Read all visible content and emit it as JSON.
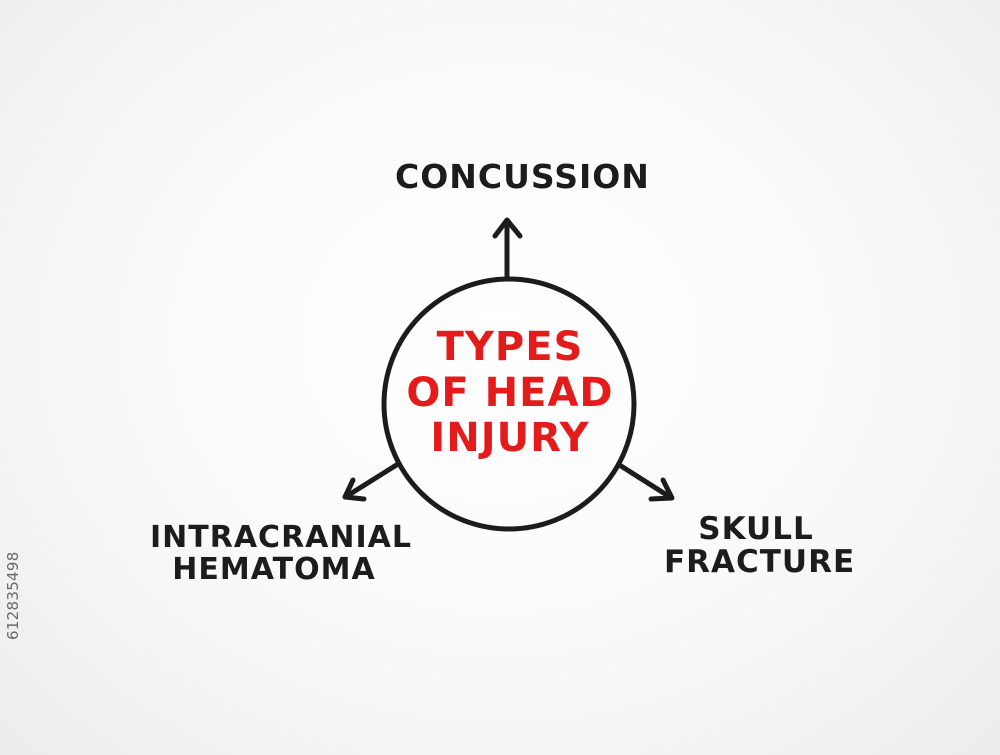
{
  "diagram": {
    "center_lines": [
      "TYPES",
      "OF HEAD",
      "INJURY"
    ],
    "branches": [
      {
        "id": "concussion",
        "lines": [
          "CONCUSSION"
        ]
      },
      {
        "id": "intracranial",
        "lines": [
          "INTRACRANIAL",
          "HEMATOMA"
        ]
      },
      {
        "id": "skull",
        "lines": [
          "SKULL",
          "FRACTURE"
        ]
      }
    ]
  },
  "watermark": {
    "id_text": "612835498"
  },
  "colors": {
    "ink": "#1c1c1c",
    "accent": "#e31b1b",
    "background": "#f4f4f4"
  }
}
